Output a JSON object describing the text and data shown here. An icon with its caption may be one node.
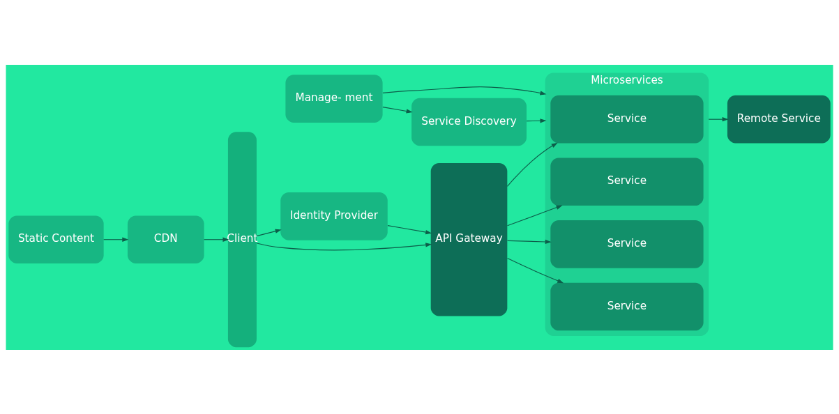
{
  "diagram": {
    "nodes": [
      {
        "text": [
          "Client"
        ]
      },
      {
        "text": [
          "Identity Provider"
        ]
      },
      {
        "text": [
          "API Gateway"
        ]
      },
      {
        "text": [
          "Microservices"
        ]
      },
      {
        "text": [
          "Service"
        ],
        "in": 3
      },
      {
        "text": [
          "Service"
        ],
        "in": 3
      },
      {
        "text": [
          "Service"
        ],
        "in": 3
      },
      {
        "text": [
          "Service"
        ],
        "in": 3
      },
      {
        "text": [
          "Remote Service"
        ]
      },
      {
        "text": [
          "CDN"
        ]
      },
      {
        "text": [
          "Static Content"
        ]
      },
      {
        "text": [
          "Manage- ment"
        ]
      },
      {
        "text": [
          "Service Discovery"
        ]
      }
    ],
    "edges": [
      {
        "from": 0,
        "to": 1,
        "arrow": "to"
      },
      {
        "from": 1,
        "to": 2,
        "arrow": "to"
      },
      {
        "from": 0,
        "to": 2,
        "arrow": "to"
      },
      {
        "from": 2,
        "to": 4,
        "arrow": "to"
      },
      {
        "from": 2,
        "to": 5,
        "arrow": "to"
      },
      {
        "from": 2,
        "to": 6,
        "arrow": "to"
      },
      {
        "from": 2,
        "to": 7,
        "arrow": "to"
      },
      {
        "from": 3,
        "to": 8,
        "arrow": "to"
      },
      {
        "from": 10,
        "to": 9,
        "arrow": "to"
      },
      {
        "from": 9,
        "to": 0,
        "arrow": "to"
      },
      {
        "from": 11,
        "to": 3,
        "arrow": "to"
      },
      {
        "from": 12,
        "to": 3,
        "arrow": "to"
      },
      {
        "from": 11,
        "to": 12,
        "arrow": "to"
      }
    ]
  }
}
